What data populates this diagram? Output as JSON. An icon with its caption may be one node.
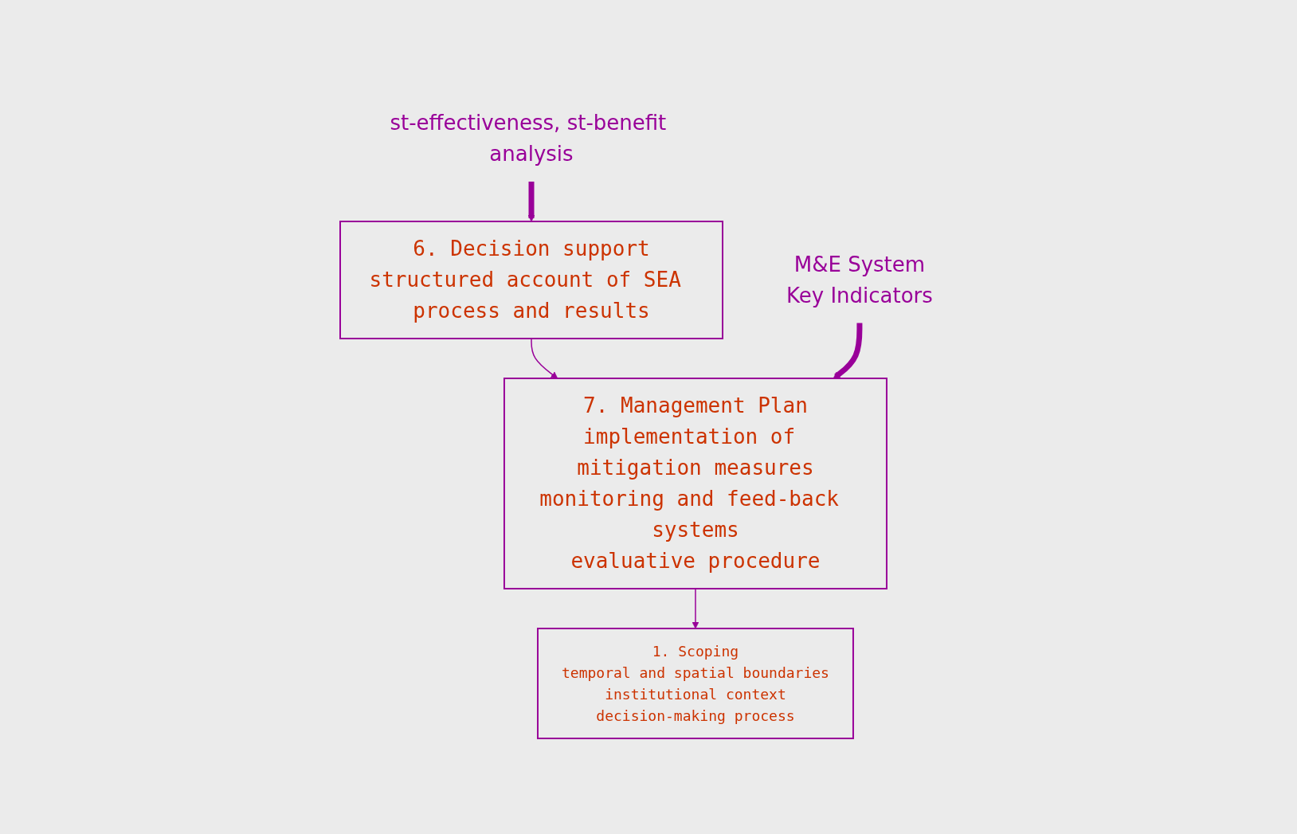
{
  "diagram": {
    "nodes": [
      {
        "text": [
          "st-effectiveness, st-benefit analysis"
        ]
      },
      {
        "text": [
          "1. Scoping",
          "temporal and spatial boundaries",
          "institutional context",
          "decision-making process"
        ]
      },
      {
        "text": [
          "6. Decision support",
          "structured account of SEA process and results"
        ]
      },
      {
        "text": [
          "M&E System",
          "Key Indicators"
        ]
      },
      {
        "text": [
          "7. Management Plan",
          "implementation of mitigation measures",
          "monitoring and feed-back systems",
          "evaluative procedure"
        ]
      }
    ],
    "edges": [
      {
        "from": 0,
        "to": 2,
        "arrow": "to",
        "style": "thick"
      },
      {
        "from": 2,
        "to": 4,
        "arrow": "to"
      },
      {
        "from": 3,
        "to": 4,
        "arrow": "to",
        "style": "thick"
      },
      {
        "from": 4,
        "to": 1,
        "arrow": "to"
      }
    ]
  }
}
